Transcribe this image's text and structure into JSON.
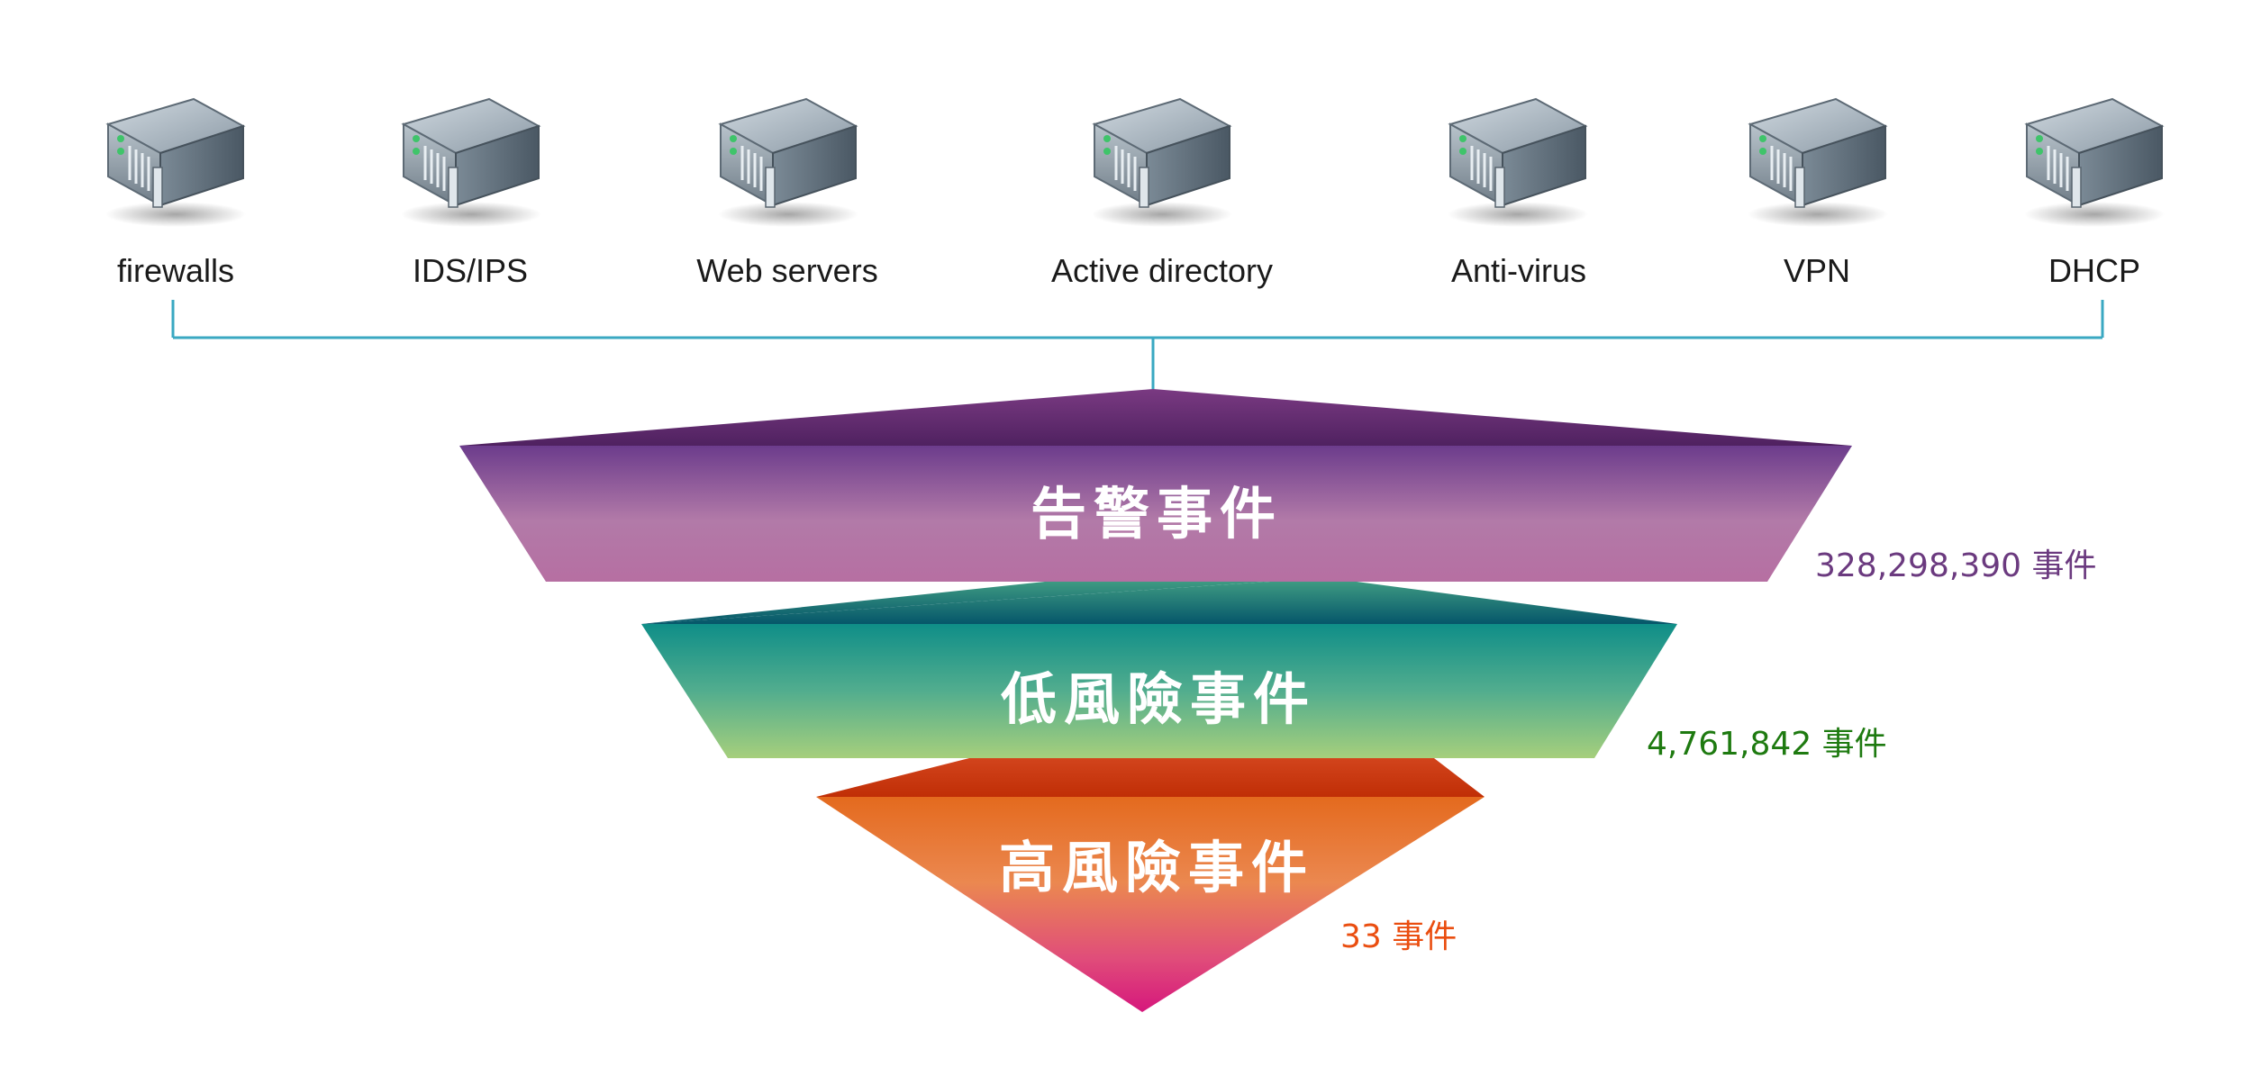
{
  "sources": [
    {
      "label": "firewalls",
      "icon": "server-icon"
    },
    {
      "label": "IDS/IPS",
      "icon": "server-icon"
    },
    {
      "label": "Web servers",
      "icon": "server-icon"
    },
    {
      "label": "Active directory",
      "icon": "server-icon"
    },
    {
      "label": "Anti-virus",
      "icon": "server-icon"
    },
    {
      "label": "VPN",
      "icon": "server-icon"
    },
    {
      "label": "DHCP",
      "icon": "server-icon"
    }
  ],
  "funnel": {
    "tiers": [
      {
        "label": "告警事件",
        "count": "328,298,390 事件",
        "color": "#b070a5",
        "count_color": "#6b3a7f"
      },
      {
        "label": "低風險事件",
        "count": "4,761,842 事件",
        "color": "#2a9a88",
        "count_color": "#1e7a10"
      },
      {
        "label": "高風險事件",
        "count": "33 事件",
        "color": "#e8782a",
        "count_color": "#ea4e10"
      }
    ]
  },
  "colors": {
    "connector_line": "#3aa8c2"
  }
}
